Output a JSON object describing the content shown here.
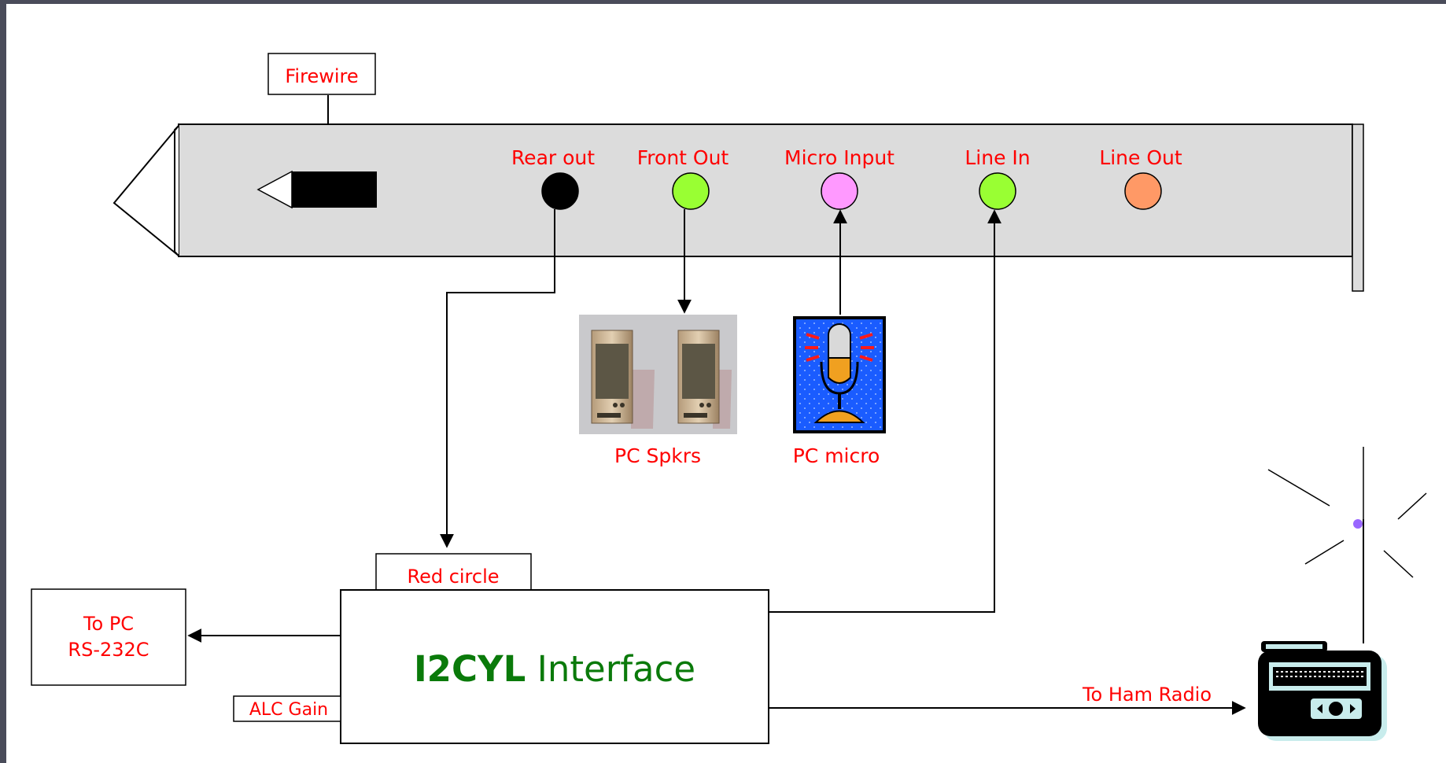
{
  "colors": {
    "background": "#ffffff",
    "frame": "#4a4c5a",
    "label_red": "#ff0000",
    "title_green": "#0a7a0a",
    "strip_fill": "#dcdcdc",
    "black_jack": "#000000",
    "green_jack": "#99ff33",
    "pink_jack": "#ff99ff",
    "orange_jack": "#ff9966"
  },
  "labels": {
    "firewire": "Firewire",
    "rear_out": "Rear out",
    "front_out": "Front Out",
    "micro_input": "Micro Input",
    "line_in": "Line In",
    "line_out": "Line Out",
    "pc_spkrs": "PC Spkrs",
    "pc_micro": "PC micro",
    "red_circle": "Red circle",
    "to_pc_line1": "To PC",
    "to_pc_line2": "RS-232C",
    "alc_gain": "ALC Gain",
    "interface_bold": "I2CYL",
    "interface_rest": " Interface",
    "to_ham_radio": "To Ham Radio"
  },
  "icons": {
    "speakers": "speakers-icon",
    "microphone": "microphone-icon",
    "radio": "radio-icon",
    "antenna": "antenna-icon",
    "firewire_plug": "firewire-plug-icon"
  }
}
